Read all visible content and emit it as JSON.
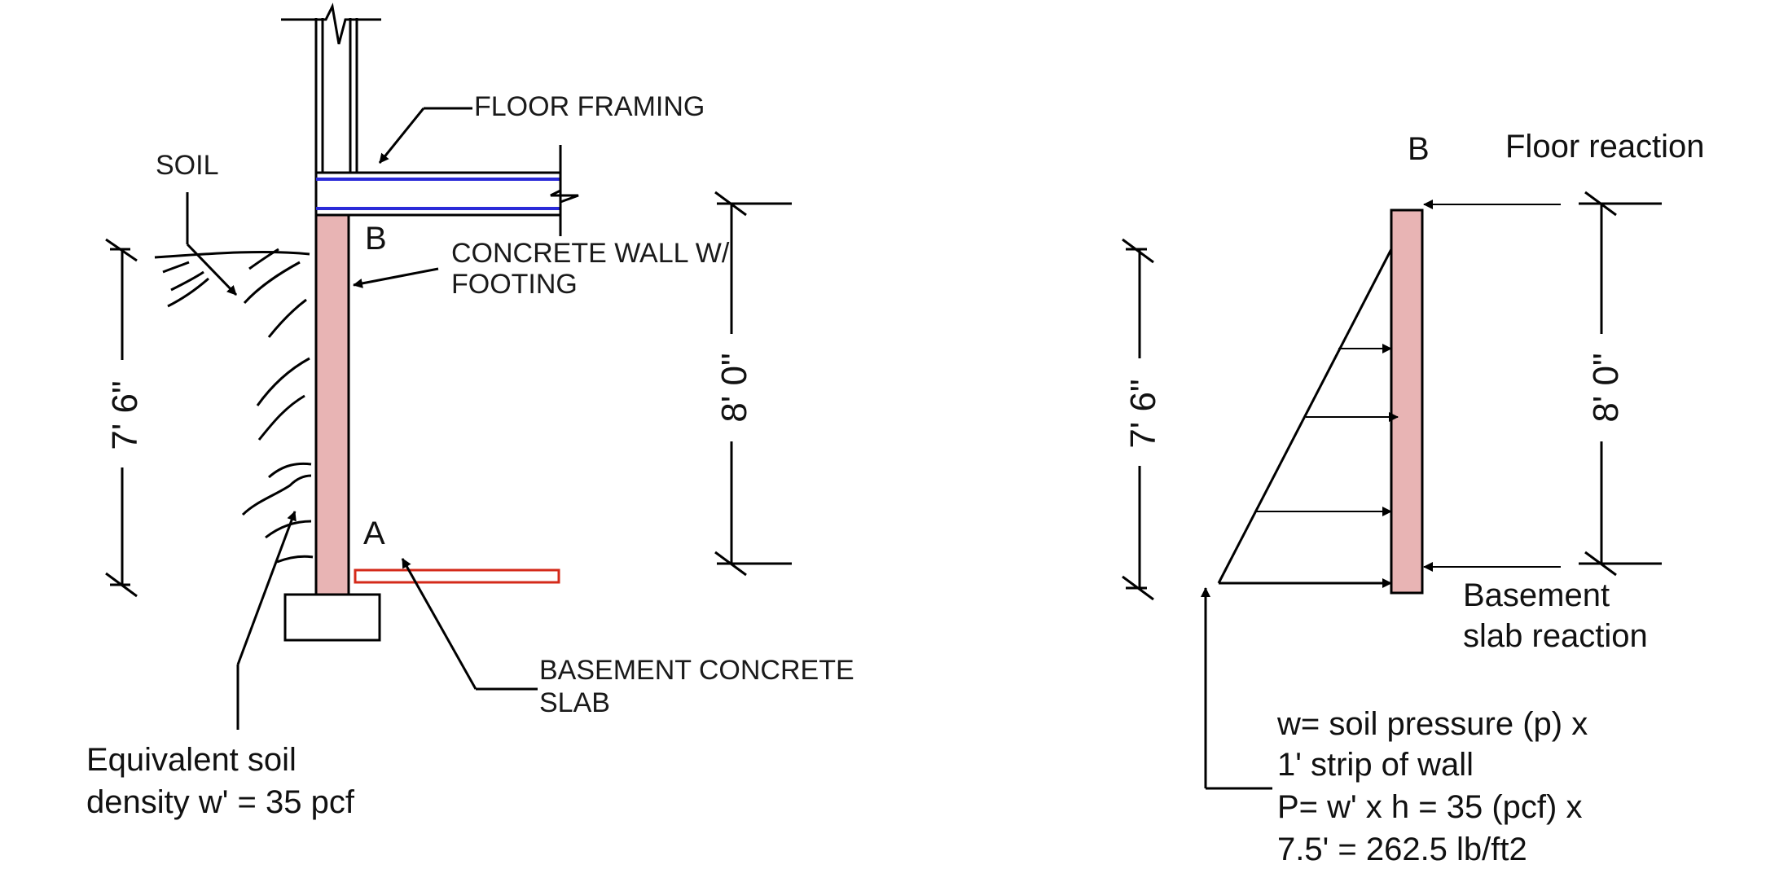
{
  "left_diagram": {
    "soil_label": "SOIL",
    "floor_framing_label": "FLOOR FRAMING",
    "wall_label_line1": "CONCRETE WALL W/",
    "wall_label_line2": "FOOTING",
    "point_b": "B",
    "point_a": "A",
    "slab_label_line1": "BASEMENT CONCRETE",
    "slab_label_line2": "SLAB",
    "soil_height_dim": "7' 6\"",
    "wall_height_dim": "8' 0\"",
    "density_line1": "Equivalent soil",
    "density_line2": "density w' = 35 pcf"
  },
  "right_diagram": {
    "point_b": "B",
    "floor_reaction_label": "Floor reaction",
    "slab_reaction_line1": "Basement",
    "slab_reaction_line2": "slab reaction",
    "soil_height_dim": "7' 6\"",
    "wall_height_dim": "8' 0\"",
    "formula_line1": "w= soil pressure (p) x",
    "formula_line2": "1' strip of wall",
    "formula_line3": "P= w' x h = 35 (pcf) x",
    "formula_line4": "7.5' = 262.5 lb/ft2"
  },
  "colors": {
    "wall_fill": "#e8b4b4",
    "joist_blue": "#2a2ad8",
    "slab_red": "#d42a1a",
    "line": "#000000"
  }
}
